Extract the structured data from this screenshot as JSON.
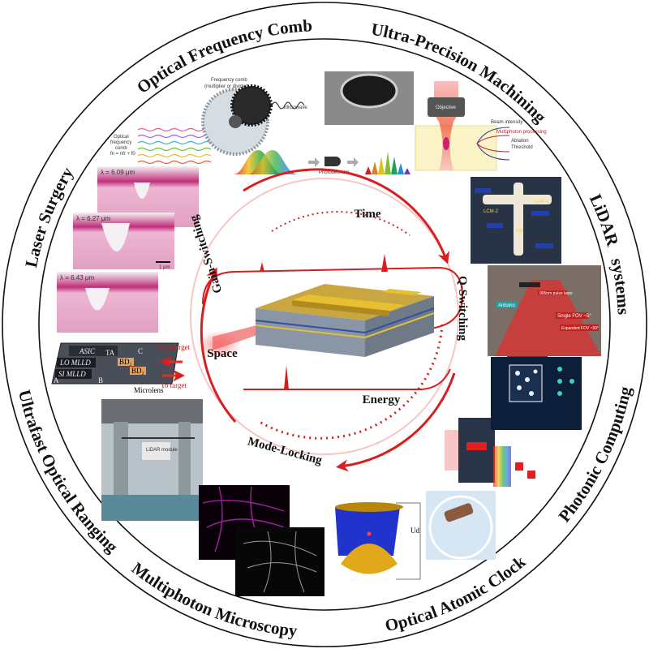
{
  "ring_labels": {
    "optical_frequency_comb": "Optical Frequency Comb",
    "ultra_precision_machining": "Ultra-Precision Machining",
    "lidar_systems": "LiDAR   systems",
    "photonic_computing": "Photonic Computing",
    "optical_atomic_clock": "Optical Atomic Clock",
    "multiphoton_microscopy": "Multiphoton Microscopy",
    "ultrafast_optical_ranging": "Ultrafast Optical Ranging",
    "laser_surgery": "Laser Surgery"
  },
  "mechanisms": {
    "gain_switching": "Gain-Switching",
    "q_switching": "Q-Switching",
    "mode_locking": "Mode-Locking",
    "time": "Time",
    "space": "Space",
    "energy": "Energy"
  },
  "comb_panel": {
    "frequency_comb": "Frequency comb",
    "multiplier": "(multiplier or divider)",
    "microwave": "Microwave",
    "optical": "Optical",
    "frequency": "frequency",
    "comb": "comb",
    "formula": "fn = nfr + f0",
    "photodetector": "Photodetector"
  },
  "machining_panel": {
    "objective": "Objective",
    "beam_intensity": "Beam intensity",
    "multiphoton_processing": "Multiphoton processing",
    "ablation": "Ablation",
    "threshold": "Threshold"
  },
  "surgery_panel": {
    "lambda1": "λ = 6.09 μm",
    "lambda2": "λ = 6.27 μm",
    "lambda3": "λ = 6.43 μm",
    "scale": "1 μm"
  },
  "ranging_panel": {
    "asic": "ASIC",
    "lo": "LO MLLD",
    "si": "SI MLLD",
    "ta": "TA",
    "bd1": "BD₁",
    "bd2": "BD₂",
    "a": "A",
    "b": "B",
    "c": "C",
    "from_target": "From target",
    "to_target": "To target",
    "microlens": "Microlens",
    "lidar_module": "LiDAR module"
  },
  "lidar_panel": {
    "lcm1": "LCM-1",
    "lcm2": "LCM-2",
    "km": "KM",
    "arduino": "Arduino",
    "single_fov": "Single FOV ~5°",
    "expanded_fov": "Expanded FOV ~50°",
    "laser": "905nm pulse laser"
  },
  "clock_panel": {
    "voltage": "Ud"
  },
  "colors": {
    "accent_red": "#d81e1e",
    "ring": "#111111",
    "gold": "#e0a81a",
    "trap_blue": "#2233cc",
    "tissue_pink": "#e8a6c8"
  }
}
